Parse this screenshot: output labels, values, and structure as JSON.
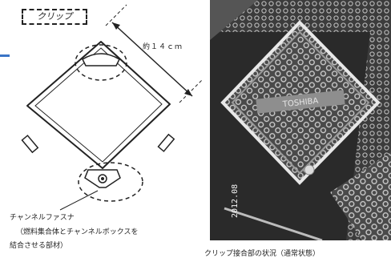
{
  "diagram": {
    "clip_label": "クリップ",
    "dimension_label": "約１４ｃｍ",
    "fastener_title": "チャンネルファスナ",
    "fastener_desc_line1": "（燃料集合体とチャンネルボックスを",
    "fastener_desc_line2": "結合させる部材）"
  },
  "photo": {
    "date_stamp": "2012.08",
    "plate_text": "TOSHIBA",
    "caption": "クリップ接合部の状況（通常状態）"
  },
  "colors": {
    "accent": "#3a74c6",
    "photo_dark": "#2a2a2a"
  }
}
